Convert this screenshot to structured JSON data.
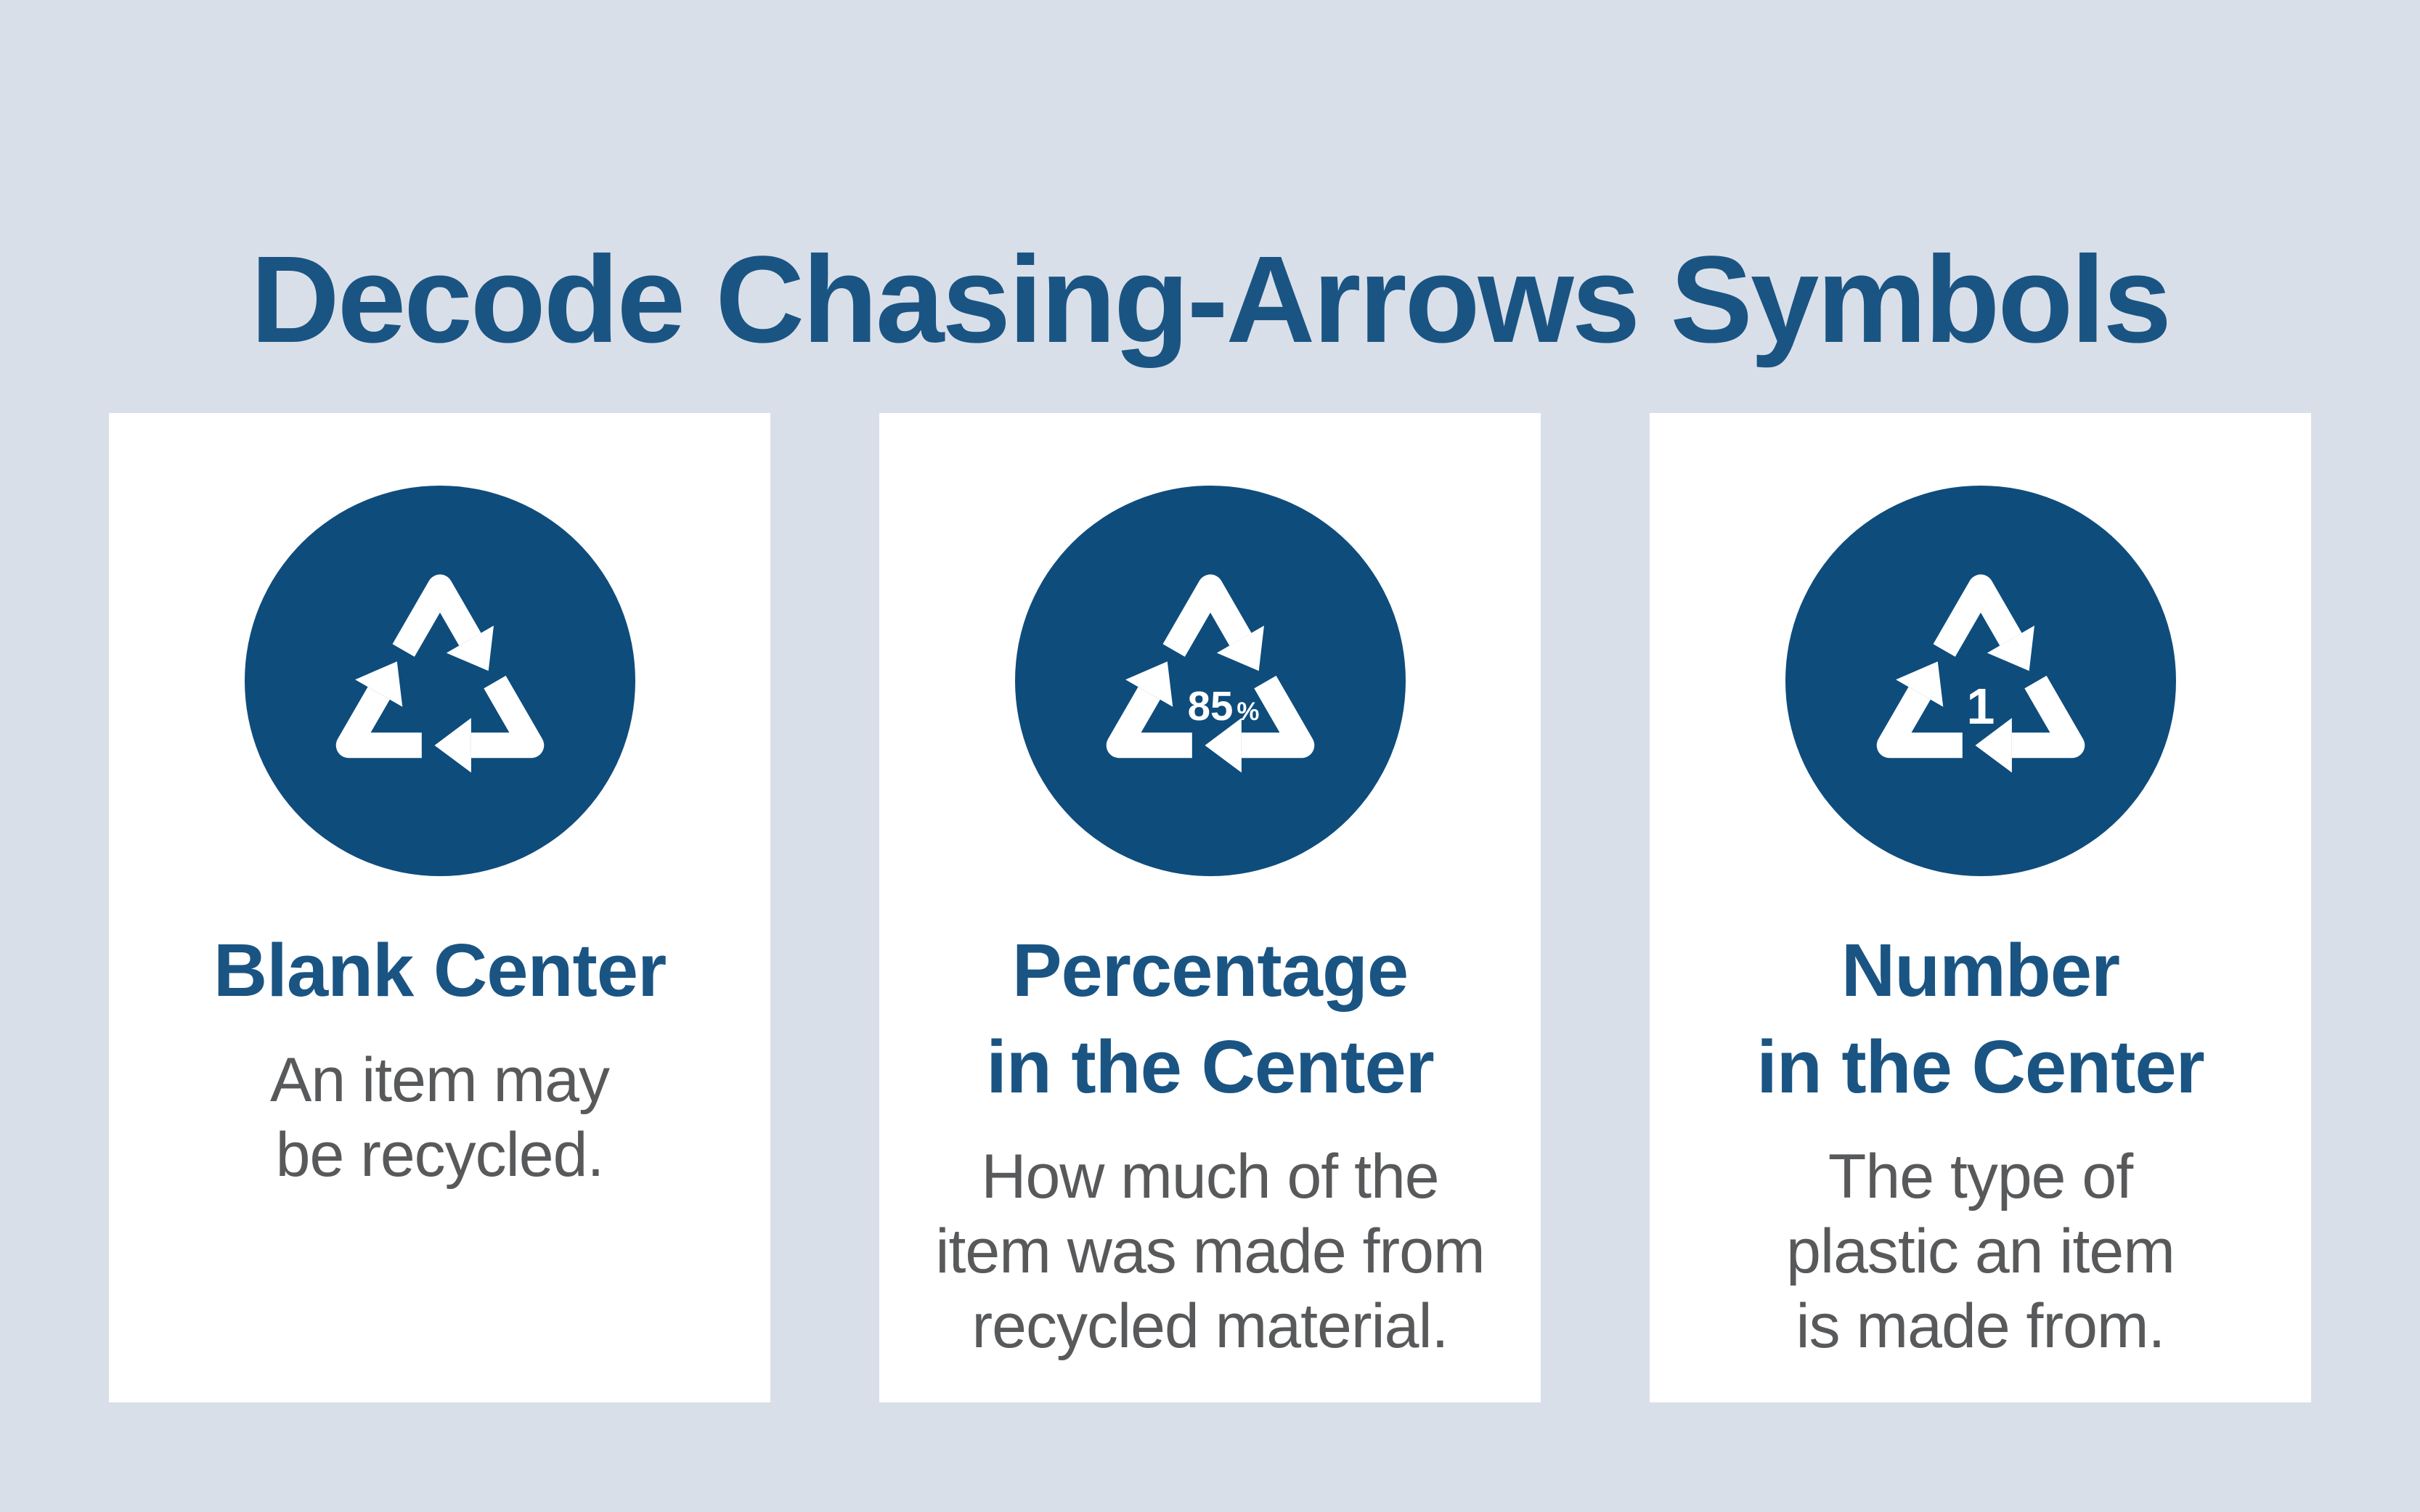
{
  "title": "Decode Chasing-Arrows Symbols",
  "colors": {
    "background": "#D9DFE8",
    "card_background": "#FFFFFF",
    "circle_navy": "#0E4C7C",
    "heading_blue": "#1A5483",
    "body_gray": "#58595B",
    "symbol_white": "#FFFFFF"
  },
  "cards": [
    {
      "symbol": "chasing-arrows-blank",
      "center_value": "",
      "center_suffix": "",
      "heading": "Blank Center",
      "body": "An item may\nbe recycled."
    },
    {
      "symbol": "chasing-arrows-percentage",
      "center_value": "85",
      "center_suffix": "%",
      "heading": "Percentage\nin the Center",
      "body": "How much of the\nitem was made from\nrecycled material."
    },
    {
      "symbol": "chasing-arrows-number",
      "center_value": "1",
      "center_suffix": "",
      "heading": "Number\nin the Center",
      "body": "The type of\nplastic an item\nis made from."
    }
  ]
}
